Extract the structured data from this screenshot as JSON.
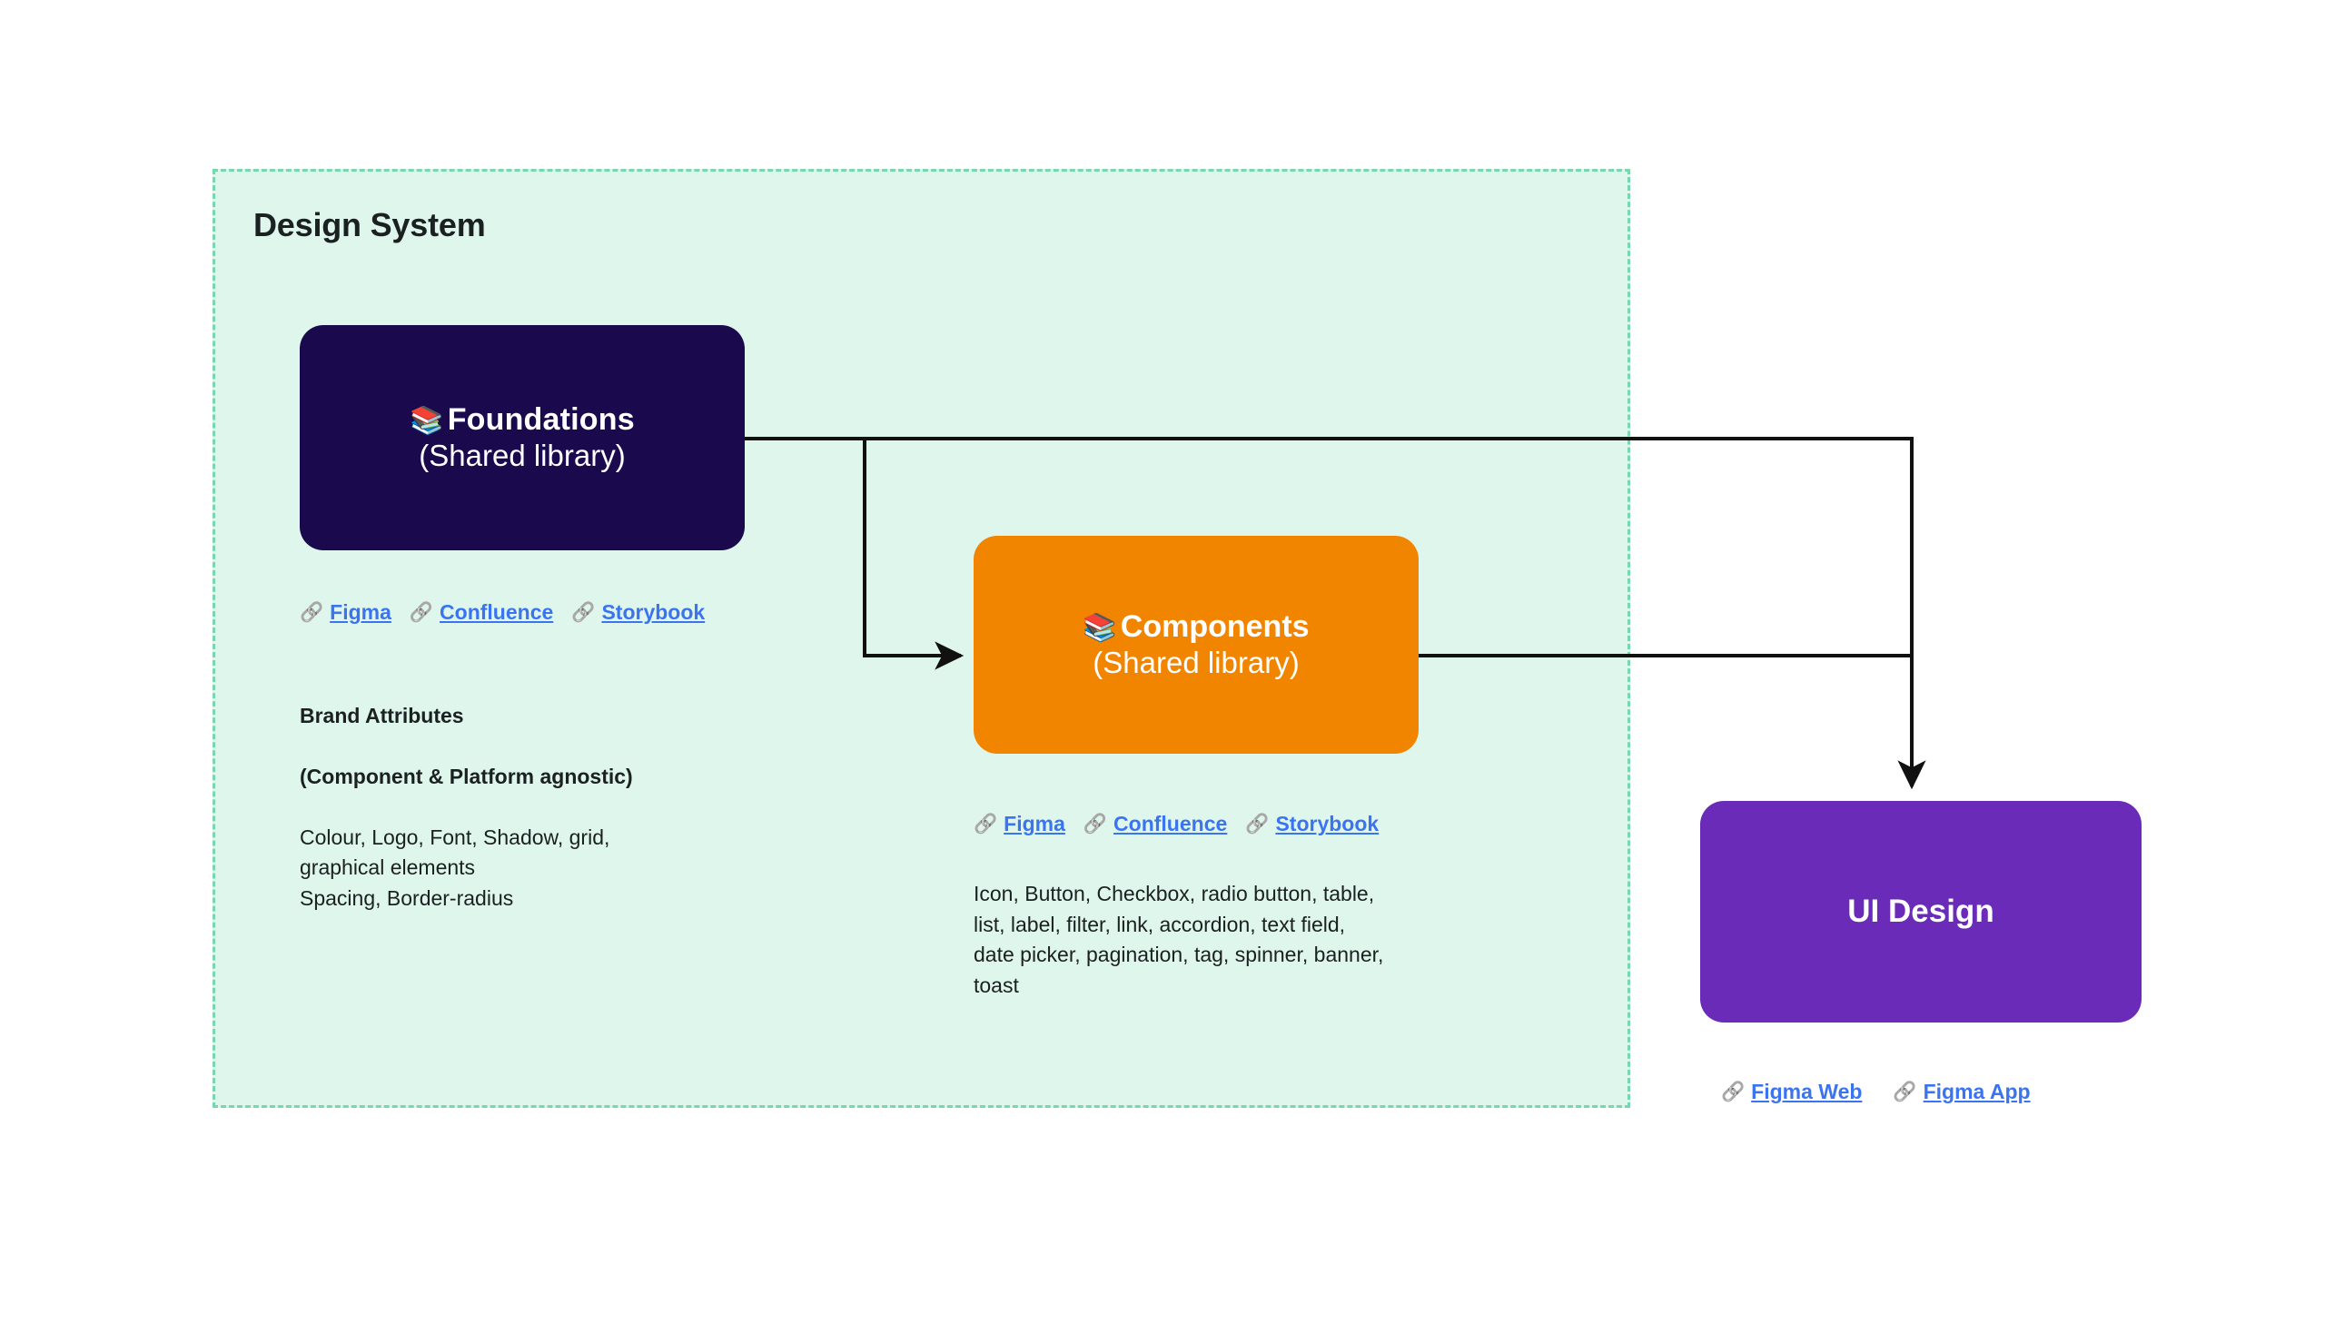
{
  "group": {
    "title": "Design System",
    "background_color": "#dff6ec",
    "border_color": "#79d7b0"
  },
  "nodes": {
    "foundations": {
      "emoji": "📚",
      "title": "Foundations",
      "subtitle": "(Shared library)",
      "color": "#1a0a4d"
    },
    "components": {
      "emoji": "📚",
      "title": "Components",
      "subtitle": "(Shared library)",
      "color": "#f28500"
    },
    "ui_design": {
      "title": "UI Design",
      "color": "#6a2cb8"
    }
  },
  "links": {
    "icon": "🔗",
    "color": "#3b74f0",
    "foundations": [
      {
        "label": "Figma"
      },
      {
        "label": "Confluence"
      },
      {
        "label": "Storybook"
      }
    ],
    "components": [
      {
        "label": "Figma"
      },
      {
        "label": "Confluence"
      },
      {
        "label": "Storybook"
      }
    ],
    "ui_design": [
      {
        "label": "Figma Web"
      },
      {
        "label": "Figma App"
      }
    ]
  },
  "descriptions": {
    "foundations": {
      "heading_line_1": "Brand Attributes",
      "heading_line_2": "(Component & Platform agnostic)",
      "body": "Colour, Logo, Font, Shadow, grid,\ngraphical elements\nSpacing, Border-radius"
    },
    "components": {
      "body": "Icon, Button, Checkbox, radio button, table,\nlist, label, filter, link, accordion, text field,\ndate picker, pagination, tag, spinner, banner,\ntoast"
    }
  },
  "connectors": {
    "stroke_color": "#111111",
    "stroke_width": 4,
    "edges": [
      {
        "from": "foundations",
        "to": "components",
        "arrow": true
      },
      {
        "from": "foundations",
        "to": "ui_design",
        "arrow": true
      },
      {
        "from": "components",
        "to": "ui_design",
        "arrow": true
      }
    ]
  }
}
